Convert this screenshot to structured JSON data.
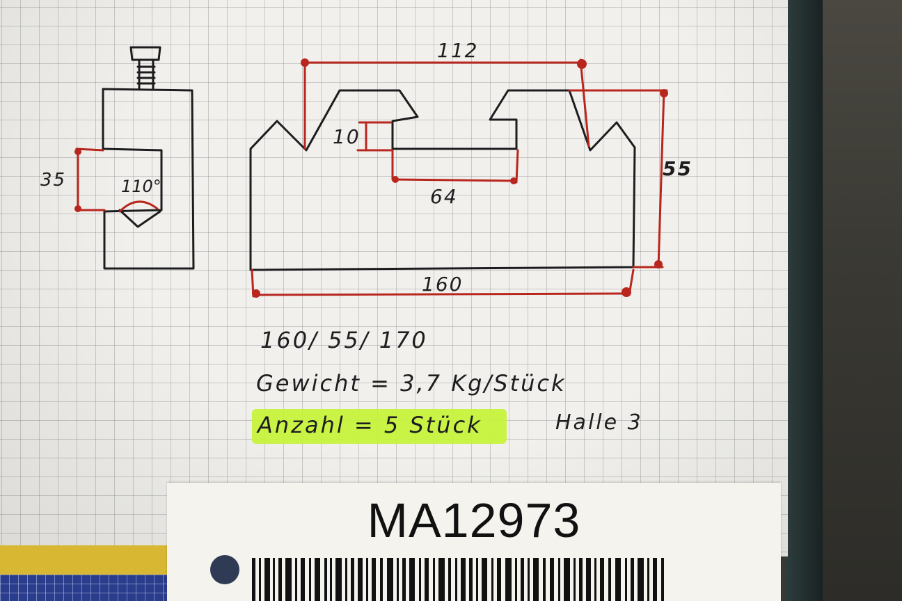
{
  "drawing": {
    "dims": {
      "width_top": "112",
      "slot_height": "10",
      "slot_width": "64",
      "height_right": "55",
      "width_bottom": "160",
      "clamp_height": "35",
      "clamp_angle": "110°"
    },
    "notes": {
      "size": "160/ 55/ 170",
      "weight": "Gewicht = 3,7 Kg/Stück",
      "count": "Anzahl = 5 Stück",
      "location": "Halle 3"
    }
  },
  "label": {
    "code": "MA12973"
  },
  "colors": {
    "ink": "#1d1d1f",
    "red_ink": "#b8261e",
    "highlighter": "#c6f23c",
    "paper": "#f1f0ec"
  }
}
